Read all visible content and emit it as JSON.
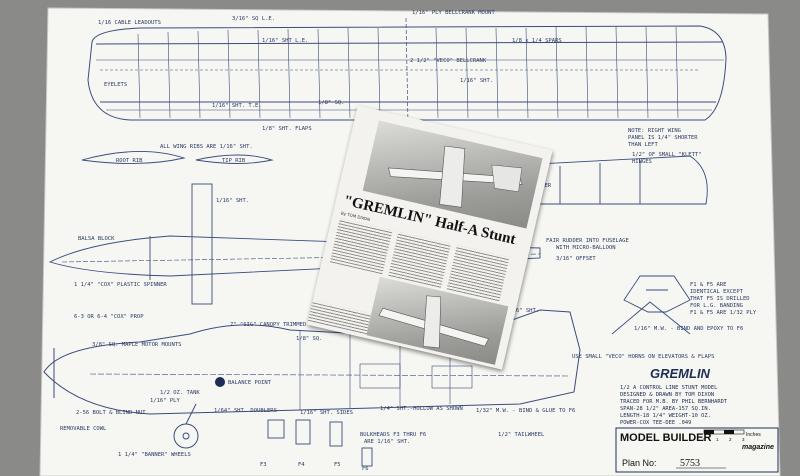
{
  "plan": {
    "title": "GREMLIN",
    "description_lines": [
      "1/2 A CONTROL LINE STUNT MODEL",
      "DESIGNED & DRAWN BY TOM DIXON",
      "TRACED FOR M.B. BY PHIL BERNHARDT",
      "SPAN-28 1/2\"      AREA-157 SQ.IN.",
      "LENGTH-18 1/4\"      WEIGHT-10 OZ.",
      "POWER-COX TEE-DEE .049"
    ],
    "brand_line1": "MODEL BUILDER",
    "brand_line2": "magazine",
    "inches_label": "Inches",
    "plan_no_label": "Plan No:",
    "plan_no_value": "5753",
    "scale_ticks": [
      "0",
      "1",
      "2",
      "3"
    ]
  },
  "labels": {
    "cable_leadouts": "1/16 CABLE LEADOUTS",
    "le_strip": "3/16\" SQ L.E.",
    "bellcrank_mount": "1/16\" PLY BELLCRANK MOUNT",
    "sheet_le": "1/16\" SHT L.E.",
    "bellcrank": "2 1/2\" \"VECO\" BELLCRANK",
    "spars": "1/8 x 1/4 SPARS",
    "sheet": "1/16\" SHT.",
    "eyelets": "EYELETS",
    "sheet_te": "1/16\" SHT. T.E.",
    "sq_te": "1/8\" SQ.",
    "flaps": "1/8\" SHT. FLAPS",
    "rib_note": "ALL WING RIBS ARE 1/16\" SHT.",
    "root_rib": "ROOT RIB",
    "tip_rib": "TIP RIB",
    "wing_note_1": "NOTE: RIGHT WING",
    "wing_note_2": "PANEL IS 1/4\" SHORTER",
    "wing_note_3": "THAN LEFT",
    "hinges": "1/2\" OF SMALL \"KLETT\"",
    "hinges_2": "HINGES",
    "stabilizer": "STABILIZER",
    "fin_sheet": "1/16\" SHT.",
    "balsa_block": "BALSA BLOCK",
    "spinner": "1 1/4\" \"COX\" PLASTIC SPINNER",
    "fin_rudder": "FAIR RUDDER INTO FUSELAGE",
    "micro_balloon": "WITH MICRO-BALLOON",
    "offset": "3/16\" OFFSET",
    "former_note_1": "F1 & F5 ARE",
    "former_note_2": "IDENTICAL EXCEPT",
    "former_note_3": "THAT F5 IS DRILLED",
    "former_note_4": "FOR L.G. BANDING",
    "former_note_5": "F1 & F5 ARE 1/32 PLY",
    "tail_sheet": "1/16\" SHT.",
    "prop": "6-3 OR 6-4 \"COX\" PROP",
    "canopy": "7\" \"SIG\" CANOPY TRIMMED",
    "motor_mounts": "3/8\" SQ. MAPLE MOTOR MOUNTS",
    "tail_sq": "1/8\" SQ.",
    "veco_horns": "USE SMALL \"VECO\" HORNS ON ELEVATORS & FLAPS",
    "wire_bind": "1/16\" M.W. - BIND AND EPOXY TO F6",
    "balance_point": "BALANCE POINT",
    "tank_ply": "1/16\" PLY",
    "doublers": "1/64\" SHT. DOUBLERS",
    "sides": "1/16\" SHT. SIDES",
    "hollow": "1/4\" SHT.-HOLLOW AS SHOWN",
    "wire_glue": "1/32\" M.W. - BIND & GLUE TO F6",
    "tank": "1/2 OZ. TANK",
    "bolt": "2-56 BOLT & BLIND NUT",
    "cowl": "REMOVABLE COWL",
    "wheels": "1 1/4\" \"BANNER\" WHEELS",
    "bulkheads_1": "BULKHEADS F3 THRU F6",
    "bulkheads_2": "ARE 1/16\" SHT.",
    "tailwheel": "1/2\" TAILWHEEL",
    "f3": "F3",
    "f4": "F4",
    "f5": "F5",
    "f6": "F6"
  },
  "clipping": {
    "headline": "\"GREMLIN\" Half-A Stunt",
    "byline": "By TOM DIXON"
  }
}
